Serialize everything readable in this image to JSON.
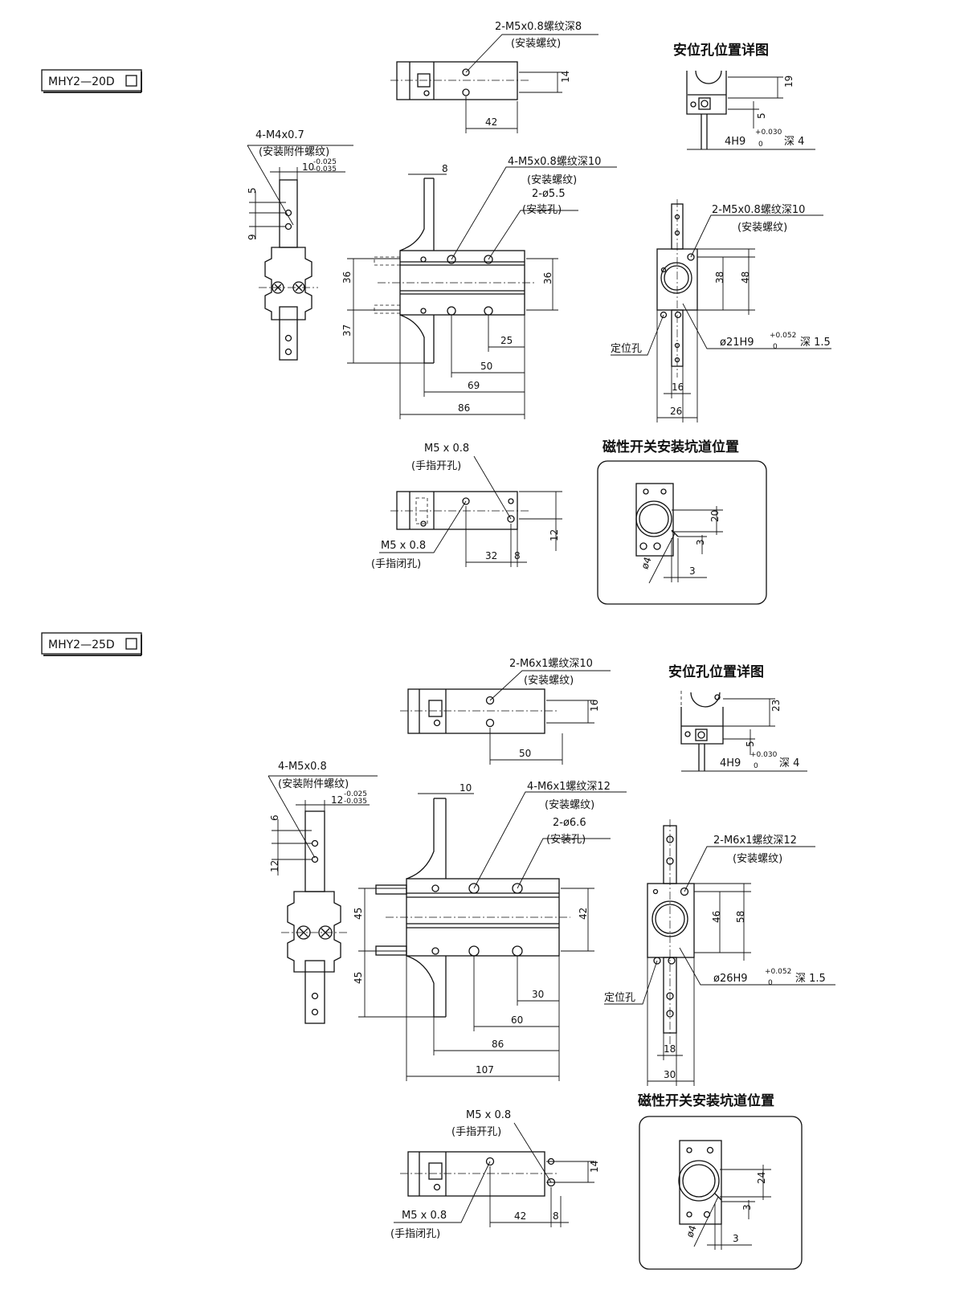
{
  "models": [
    {
      "tag": "MHY2—20D",
      "top": {
        "tap": "2-M5x0.8螺纹深8",
        "tap_note": "(安装螺纹)",
        "d_h": "14",
        "d_w": "42"
      },
      "detail": {
        "title": "安位孔位置详图",
        "d_h": "19",
        "d_5": "5",
        "hole": "4H9",
        "tol_up": "+0.030",
        "tol_lo": "0",
        "depth": "深 4"
      },
      "finger": {
        "tap": "4-M4x0.7",
        "tap_note": "(安装附件螺纹)",
        "width": "10",
        "tol_up": "-0.025",
        "tol_lo": "-0.035",
        "d_5": "5",
        "d_9": "9"
      },
      "front": {
        "d_8": "8",
        "tap": "4-M5x0.8螺纹深10",
        "tap_note": "(安装螺纹)",
        "hole": "2-ø5.5",
        "hole_note": "(安装孔)",
        "d_36a": "36",
        "d_37": "37",
        "d_36b": "36",
        "d_25": "25",
        "d_50": "50",
        "d_69": "69",
        "d_86": "86"
      },
      "side": {
        "tap": "2-M5x0.8螺纹深10",
        "tap_note": "(安装螺纹)",
        "d_38": "38",
        "d_48": "48",
        "locate": "定位孔",
        "bore": "ø21H9",
        "tol_up": "+0.052",
        "tol_lo": "0",
        "depth": "深 1.5",
        "d_16": "16",
        "d_26": "26"
      },
      "bottom": {
        "open": "M5 x 0.8",
        "open_note": "(手指开孔)",
        "close": "M5 x 0.8",
        "close_note": "(手指闭孔)",
        "d_12": "12",
        "d_32": "32",
        "d_8": "8"
      },
      "switch": {
        "title": "磁性开关安装坑道位置",
        "d_20": "20",
        "d_3a": "3",
        "d_phi": "ø4",
        "d_3b": "3"
      }
    },
    {
      "tag": "MHY2—25D",
      "top": {
        "tap": "2-M6x1螺纹深10",
        "tap_note": "(安装螺纹)",
        "d_h": "16",
        "d_w": "50"
      },
      "detail": {
        "title": "安位孔位置详图",
        "d_h": "23",
        "d_5": "5",
        "hole": "4H9",
        "tol_up": "+0.030",
        "tol_lo": "0",
        "depth": "深 4"
      },
      "finger": {
        "tap": "4-M5x0.8",
        "tap_note": "(安装附件螺纹)",
        "width": "12",
        "tol_up": "-0.025",
        "tol_lo": "-0.035",
        "d_5": "6",
        "d_9": "12"
      },
      "front": {
        "d_8": "10",
        "tap": "4-M6x1螺纹深12",
        "tap_note": "(安装螺纹)",
        "hole": "2-ø6.6",
        "hole_note": "(安装孔)",
        "d_36a": "45",
        "d_37": "45",
        "d_36b": "42",
        "d_25": "30",
        "d_50": "60",
        "d_69": "86",
        "d_86": "107"
      },
      "side": {
        "tap": "2-M6x1螺纹深12",
        "tap_note": "(安装螺纹)",
        "d_38": "46",
        "d_48": "58",
        "locate": "定位孔",
        "bore": "ø26H9",
        "tol_up": "+0.052",
        "tol_lo": "0",
        "depth": "深 1.5",
        "d_16": "18",
        "d_26": "30"
      },
      "bottom": {
        "open": "M5 x 0.8",
        "open_note": "(手指开孔)",
        "close": "M5 x 0.8",
        "close_note": "(手指闭孔)",
        "d_12": "14",
        "d_32": "42",
        "d_8": "8"
      },
      "switch": {
        "title": "磁性开关安装坑道位置",
        "d_20": "24",
        "d_3a": "3",
        "d_phi": "ø4",
        "d_3b": "3"
      }
    }
  ]
}
